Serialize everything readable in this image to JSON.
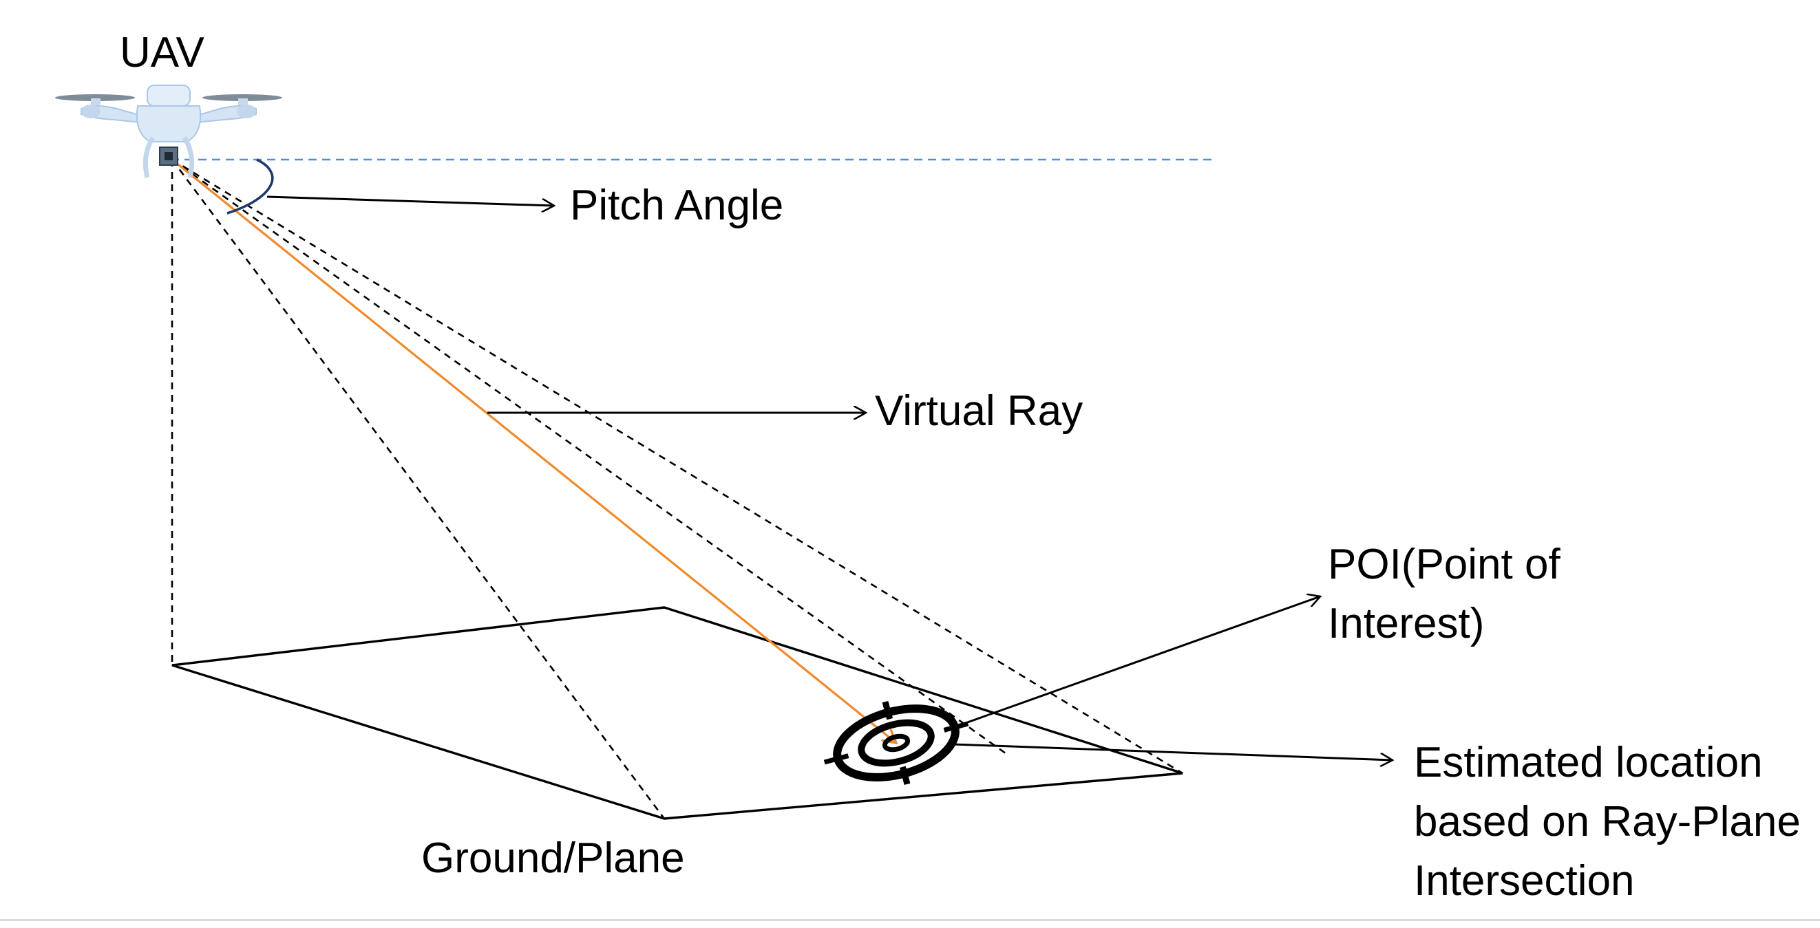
{
  "labels": {
    "uav": "UAV",
    "pitch_angle": "Pitch Angle",
    "virtual_ray": "Virtual Ray",
    "poi_line1": "POI(Point of",
    "poi_line2": "Interest)",
    "estimated_line1": "Estimated location",
    "estimated_line2": "based on Ray-Plane",
    "estimated_line3": "Intersection",
    "ground_plane": "Ground/Plane"
  },
  "colors": {
    "ray": "#f08a2c",
    "horizon": "#4a90e2",
    "pitch_arc": "#1f3a6e",
    "ink": "#000000",
    "drone_body": "#dbe9f7",
    "drone_shade": "#a9c7e6"
  },
  "icons": {
    "uav": "quadcopter-drone-icon",
    "target": "crosshair-target-icon"
  }
}
